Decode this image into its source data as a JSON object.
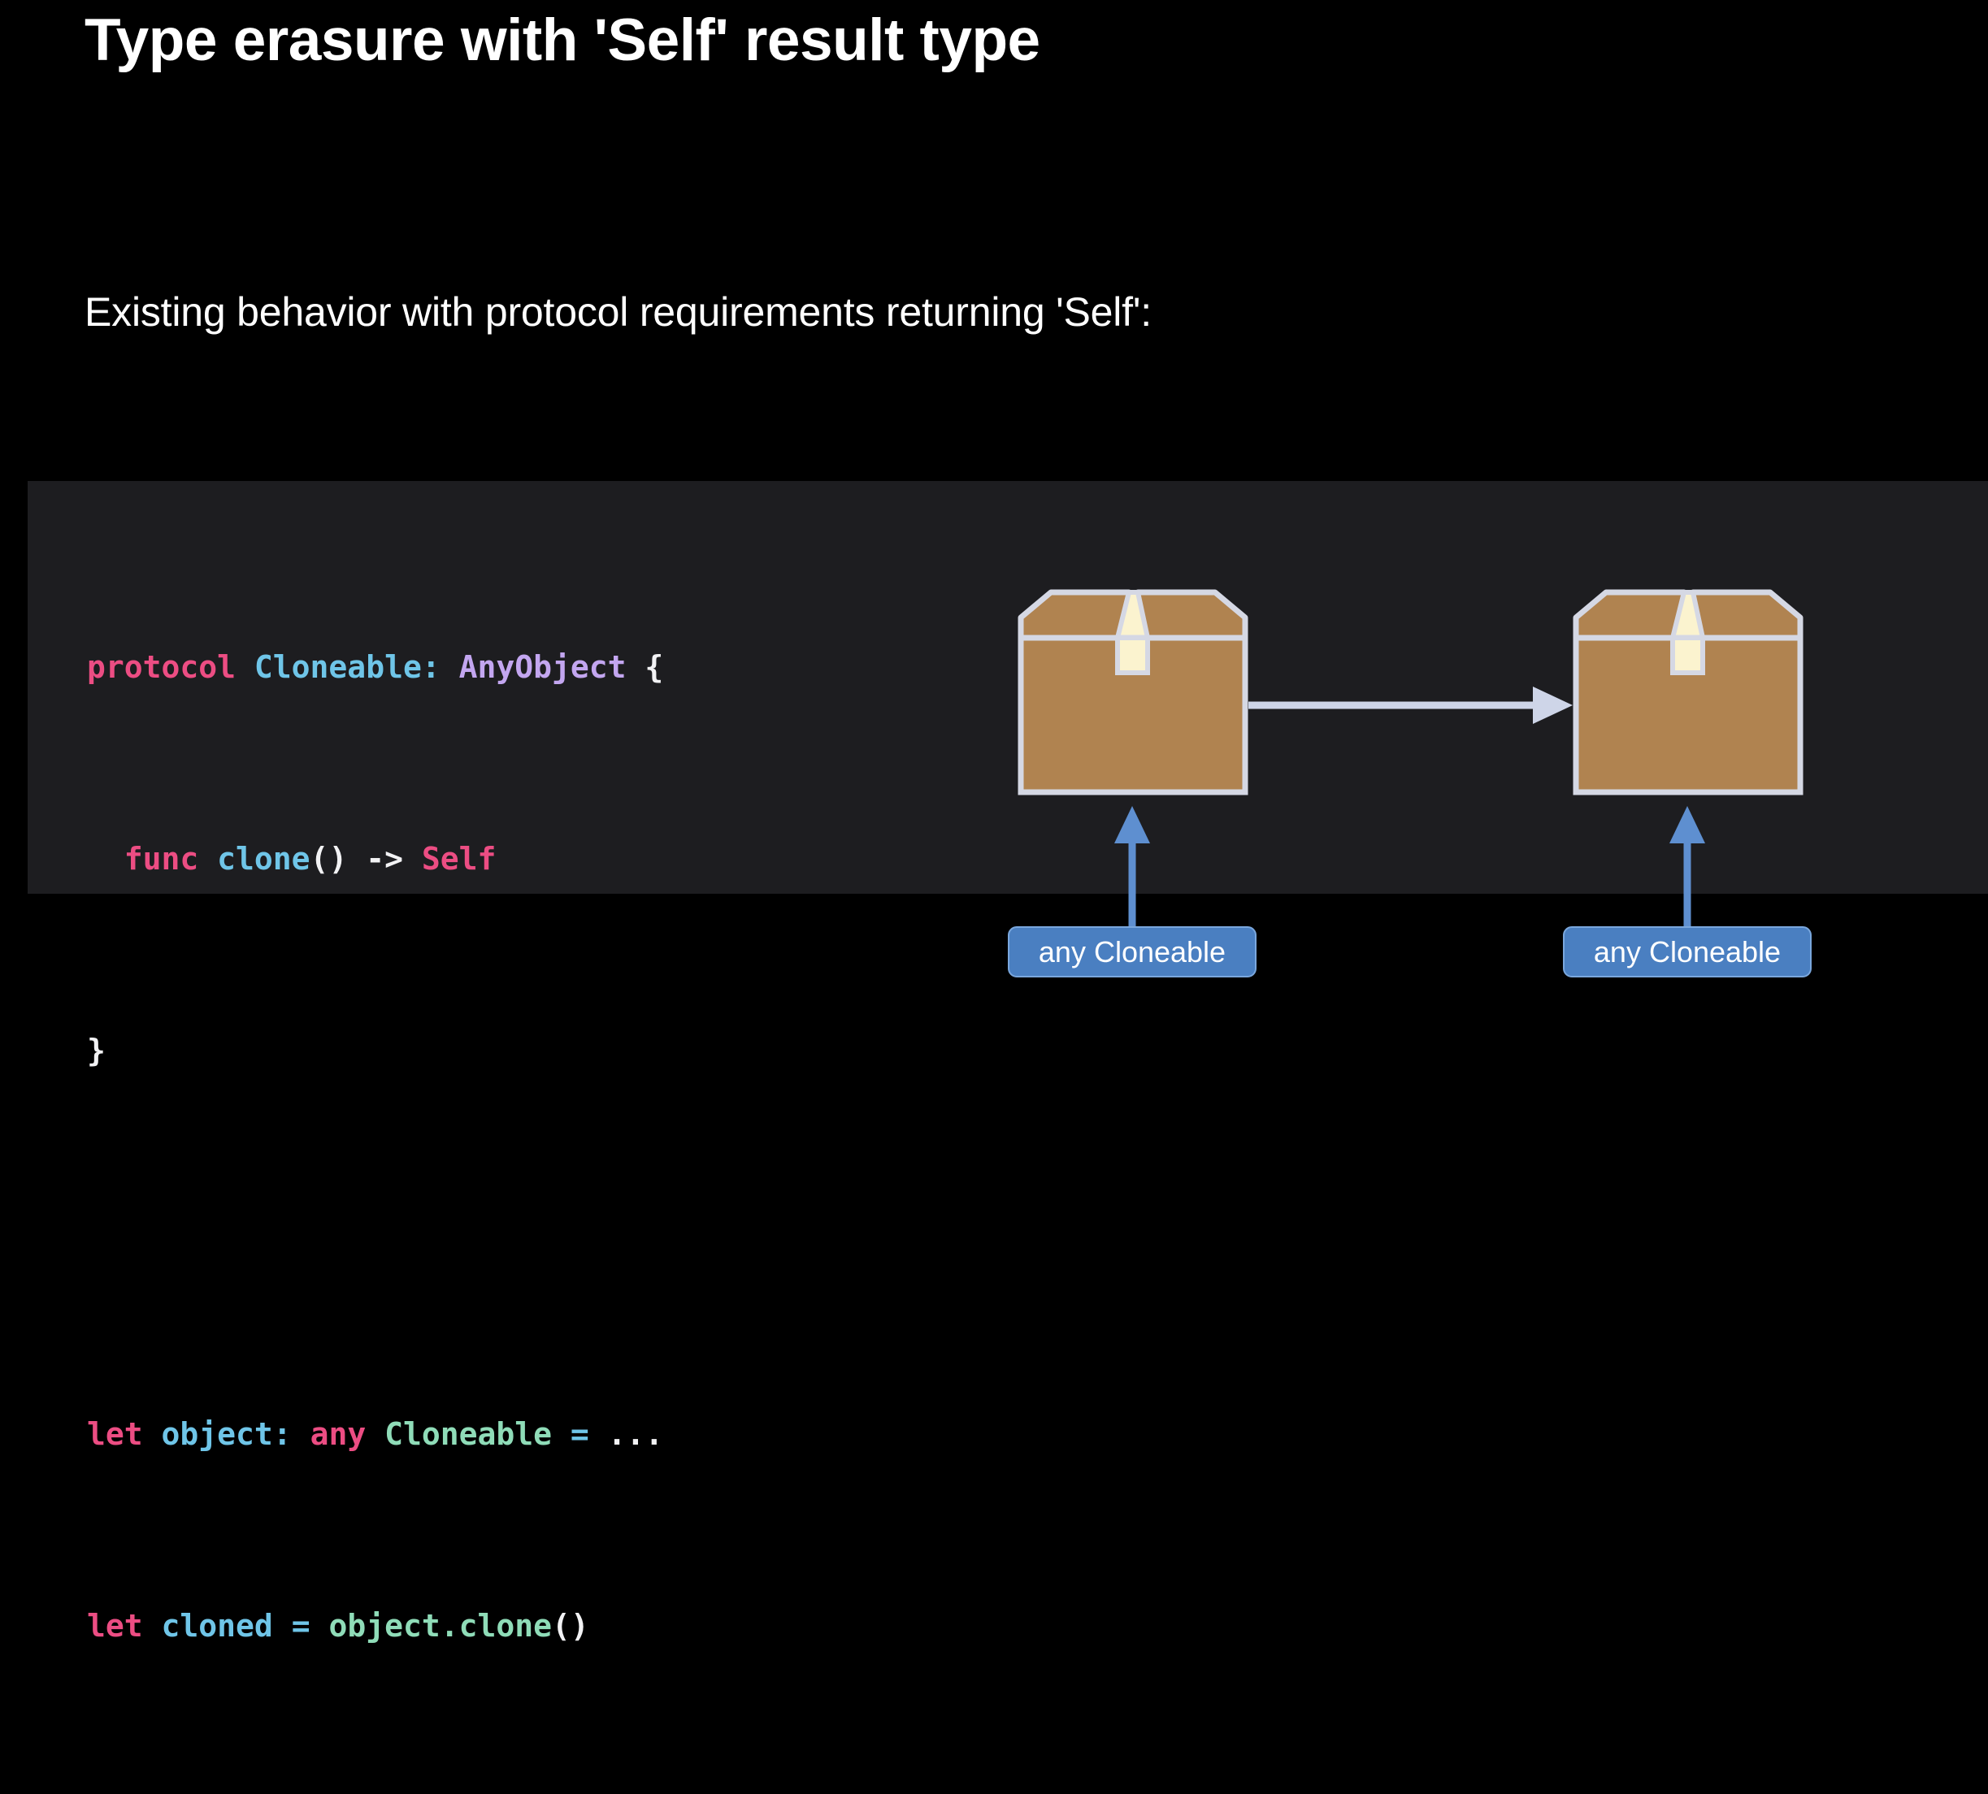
{
  "slide": {
    "title": "Type erasure with 'Self' result type",
    "subtitle": "Existing behavior with protocol requirements returning 'Self':",
    "background_color": "#000000"
  },
  "code_panel": {
    "background_color": "#1d1d20",
    "language": "swift",
    "lines": [
      "protocol Cloneable: AnyObject {",
      "  func clone() -> Self",
      "}",
      "",
      "let object: any Cloneable = ...",
      "let cloned = object.clone()"
    ],
    "tokens": {
      "l1_kw_protocol": "protocol",
      "l1_space_a": " ",
      "l1_type_cloneable": "Cloneable",
      "l1_colon": ": ",
      "l1_proto_anyobject": "AnyObject",
      "l1_brace": " {",
      "l2_indent": "  ",
      "l2_kw_func": "func",
      "l2_space_a": " ",
      "l2_name_clone": "clone",
      "l2_parens": "() ",
      "l2_arrow": "-> ",
      "l2_kw_self": "Self",
      "l3_close_brace": "}",
      "l5_kw_let": "let",
      "l5_space_a": " ",
      "l5_name_object": "object",
      "l5_colon": ": ",
      "l5_kw_any": "any",
      "l5_space_b": " ",
      "l5_type_cloneable": "Cloneable",
      "l5_assign": " = ",
      "l5_ellipsis": "...",
      "l6_kw_let": "let",
      "l6_space_a": " ",
      "l6_name_cloned": "cloned",
      "l6_assign": " = ",
      "l6_recv_object": "object",
      "l6_dot": ".",
      "l6_call_clone": "clone",
      "l6_parens": "()"
    },
    "colors": {
      "keyword": "#ec4d83",
      "type_decl": "#6fc5e8",
      "protocol": "#c3a6f0",
      "existential": "#8fdcb8",
      "punctuation": "#f2f2f4"
    }
  },
  "diagram": {
    "boxes": [
      {
        "id": "source-box",
        "label": "cardboard box (source object)"
      },
      {
        "id": "result-box",
        "label": "cardboard box (cloned result)"
      }
    ],
    "box_colors": {
      "body": "#b08350",
      "outline": "#d5d8e4",
      "tape": "#fbf3cf",
      "lid": "#b08350"
    },
    "transform_arrow": {
      "id": "clone-arrow",
      "direction": "right",
      "color": "#ced5e8",
      "meaning": "clone()"
    },
    "callouts": [
      {
        "id": "left-callout",
        "text": "any Cloneable",
        "arrow_color": "#5e8fd0",
        "badge_color": "#4a7fc1",
        "border_color": "#7aa7dd",
        "points_to": "source-box"
      },
      {
        "id": "right-callout",
        "text": "any Cloneable",
        "arrow_color": "#5e8fd0",
        "badge_color": "#4a7fc1",
        "border_color": "#7aa7dd",
        "points_to": "result-box"
      }
    ]
  }
}
